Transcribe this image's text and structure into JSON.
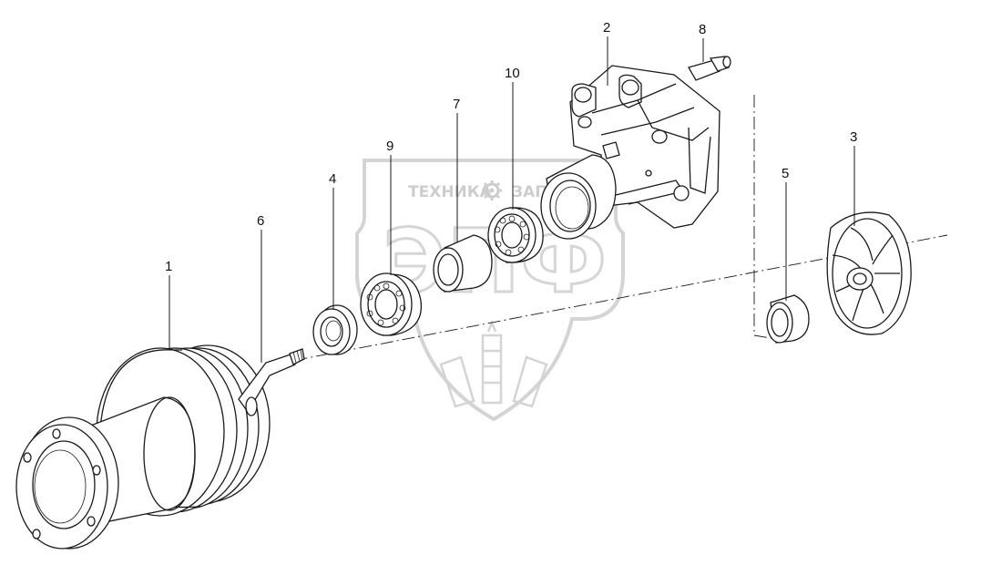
{
  "watermark": {
    "line1_left": "ТЕХНИКА",
    "line1_right": "ЗАПЧАСТИ",
    "logo": "ЭПФ",
    "logo_icon": "gear-icon",
    "color": "#c8c8c8"
  },
  "callouts": [
    {
      "id": "1",
      "label": "1",
      "part": "pulley-hub"
    },
    {
      "id": "2",
      "label": "2",
      "part": "pump-housing"
    },
    {
      "id": "3",
      "label": "3",
      "part": "impeller"
    },
    {
      "id": "4",
      "label": "4",
      "part": "seal-ring"
    },
    {
      "id": "5",
      "label": "5",
      "part": "face-seal"
    },
    {
      "id": "6",
      "label": "6",
      "part": "shaft"
    },
    {
      "id": "7",
      "label": "7",
      "part": "spacer-sleeve"
    },
    {
      "id": "8",
      "label": "8",
      "part": "grease-nipple"
    },
    {
      "id": "9",
      "label": "9",
      "part": "front-bearing"
    },
    {
      "id": "10",
      "label": "10",
      "part": "rear-bearing"
    }
  ],
  "line_color": "#1a1a1a"
}
